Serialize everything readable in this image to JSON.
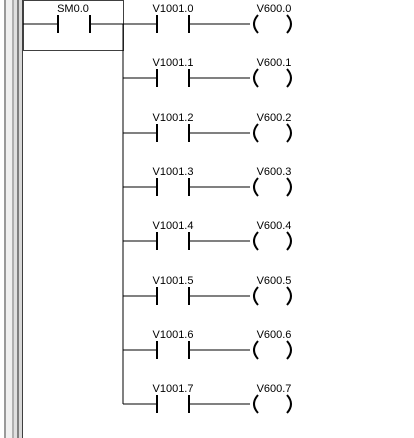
{
  "network": {
    "first_contact": {
      "address": "SM0.0",
      "type": "normally-open-contact"
    },
    "rungs": [
      {
        "contact": "V1001.0",
        "coil": "V600.0"
      },
      {
        "contact": "V1001.1",
        "coil": "V600.1"
      },
      {
        "contact": "V1001.2",
        "coil": "V600.2"
      },
      {
        "contact": "V1001.3",
        "coil": "V600.3"
      },
      {
        "contact": "V1001.4",
        "coil": "V600.4"
      },
      {
        "contact": "V1001.5",
        "coil": "V600.5"
      },
      {
        "contact": "V1001.6",
        "coil": "V600.6"
      },
      {
        "contact": "V1001.7",
        "coil": "V600.7"
      }
    ]
  },
  "icons": {
    "contact": "normally-open-contact-icon",
    "coil": "output-coil-icon"
  },
  "colors": {
    "background": "#ffffff",
    "line": "#000000",
    "rail_light": "#f0f0f0",
    "rail_dark": "#808080",
    "selection_box": "#404040"
  }
}
